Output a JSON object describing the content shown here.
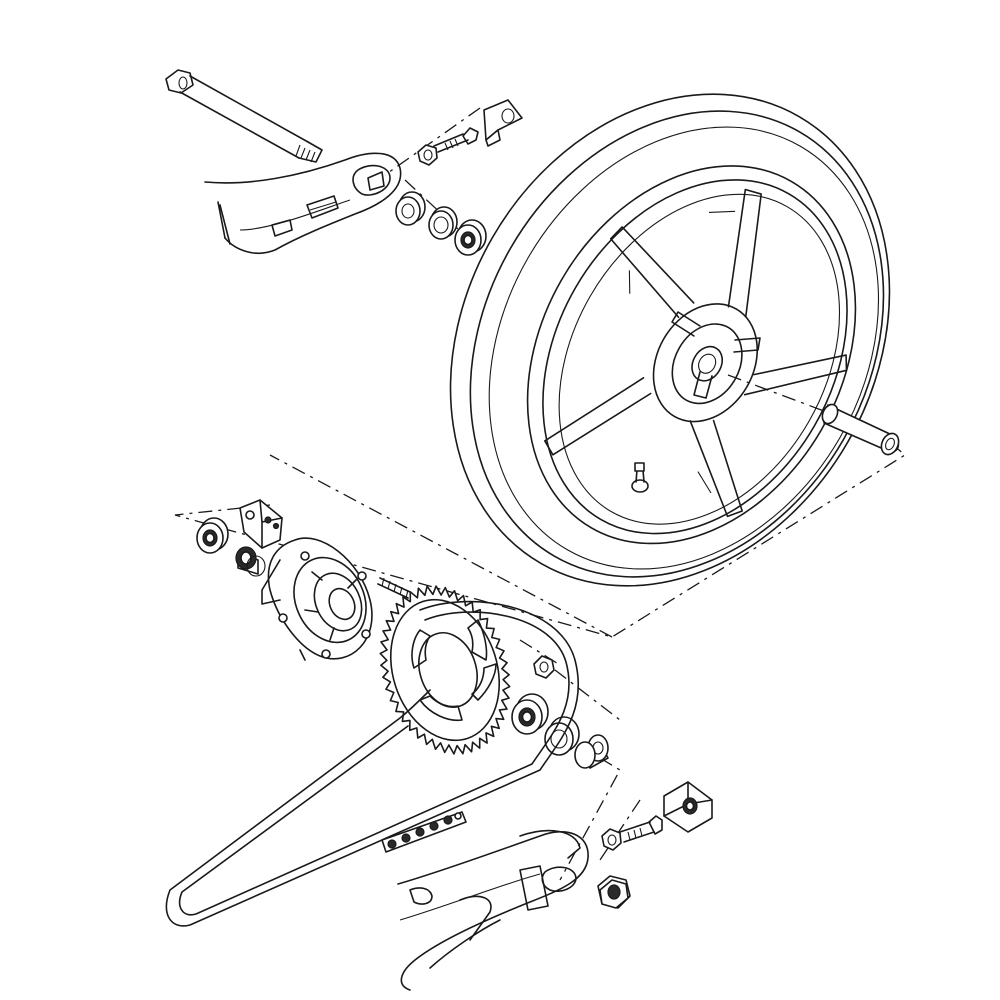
{
  "diagram": {
    "title": "",
    "style": "line-art exploded parts view",
    "line_color": "#1a1a1a",
    "background": "#ffffff",
    "parts": [
      "rear-axle",
      "chain-adjuster-left",
      "adjuster-bolt",
      "adjuster-locknut",
      "swingarm-left",
      "wheel-spacer-left",
      "oil-seal-left",
      "wheel-bearing-left",
      "rear-wheel-tire",
      "valve-stem",
      "axle-collar",
      "damper-bearing",
      "damper-collar",
      "chain-puller-block",
      "sprocket-carrier",
      "sprocket-stud",
      "rear-sprocket",
      "sprocket-nut",
      "carrier-bearing",
      "carrier-oil-seal",
      "carrier-spacer",
      "drive-chain",
      "chain-master-link",
      "chain-adjuster-right",
      "adjuster-bolt-right",
      "adjuster-locknut-right",
      "axle-nut",
      "swingarm-right"
    ]
  }
}
